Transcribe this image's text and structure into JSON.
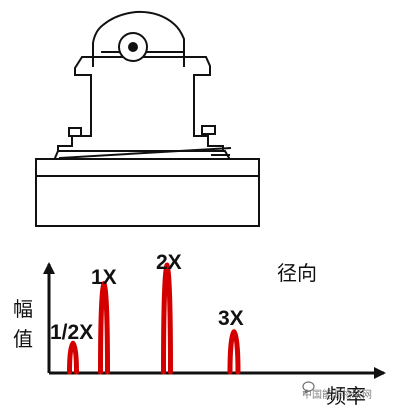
{
  "diagram": {
    "colors": {
      "line": "#111111",
      "peak": "#d40000",
      "watermark": "#707070"
    },
    "labels": {
      "half_x": "1/2X",
      "one_x": "1X",
      "two_x": "2X",
      "three_x": "3X",
      "direction": "径向",
      "amplitude_line_1": "幅",
      "amplitude_line_2": "值",
      "frequency": "频率"
    },
    "peaks": [
      {
        "order": "1/2X",
        "relative_amplitude": 0.25
      },
      {
        "order": "1X",
        "relative_amplitude": 0.77
      },
      {
        "order": "2X",
        "relative_amplitude": 0.93
      },
      {
        "order": "3X",
        "relative_amplitude": 0.35
      }
    ]
  },
  "watermark": {
    "text": "中国能源物联网",
    "icon": "chat-bubble-icon"
  }
}
